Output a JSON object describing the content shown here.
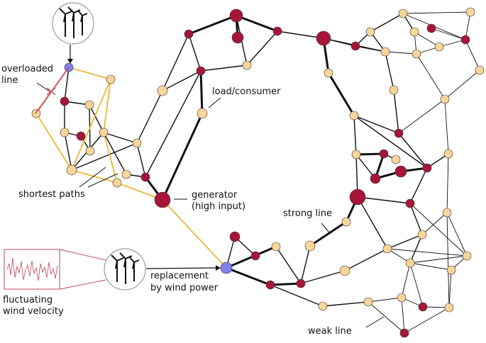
{
  "labels": {
    "overloaded": [
      "overloaded",
      "line"
    ],
    "load": "load/consumer",
    "shortest": "shortest paths",
    "generator": [
      "generator",
      "(high input)"
    ],
    "strong": "strong line",
    "replacement": [
      "replacement",
      "by wind power"
    ],
    "fluctuating": [
      "fluctuating",
      "wind velocity"
    ],
    "weak": "weak line"
  },
  "colors": {
    "load": "#fad59a",
    "generator": "#a6163a",
    "replacement": "#8080ee",
    "highlight": "#f0b636",
    "overload": "#cc4466",
    "line": "#111111",
    "wind_signal": "#c0405a"
  },
  "icons": [
    "wind-turbine-icon",
    "wind-turbine-icon"
  ]
}
